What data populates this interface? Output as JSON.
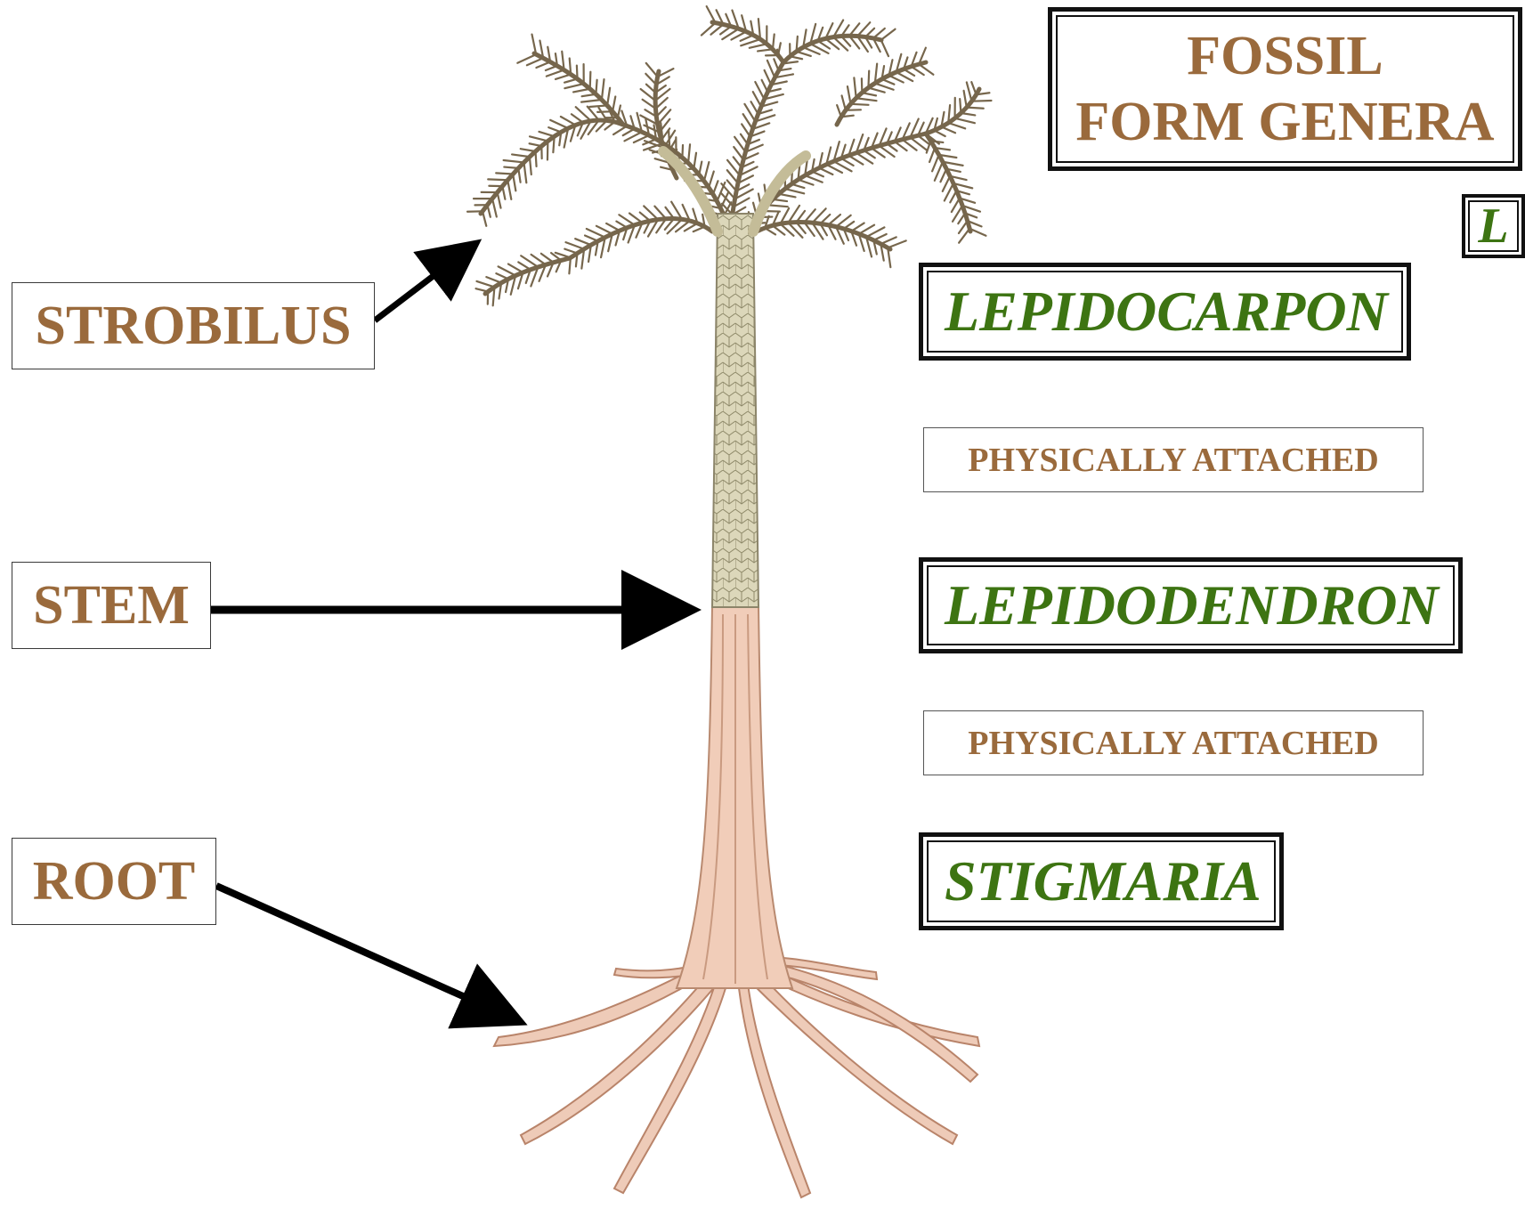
{
  "title": {
    "line1": "FOSSIL",
    "line2": "FORM GENERA"
  },
  "corner_letter": "L",
  "organ_labels": {
    "strobilus": "STROBILUS",
    "stem": "STEM",
    "root": "ROOT"
  },
  "genera": {
    "cone": "LEPIDOCARPON",
    "stem": "LEPIDODENDRON",
    "root": "STIGMARIA"
  },
  "attachment_notes": [
    "PHYSICALLY ATTACHED",
    "PHYSICALLY ATTACHED"
  ],
  "colors": {
    "label_brown": "#9a6a3c",
    "genus_green": "#3d7412",
    "trunk_bark": "#d8d3b5",
    "trunk_base": "#f1cdb9",
    "root_pink": "#eecbb8",
    "crown_brown": "#7d6e55",
    "arrow": "#000000"
  },
  "illustration": {
    "subject": "Lepidodendron tree with crown, trunk and Stigmaria roots"
  }
}
